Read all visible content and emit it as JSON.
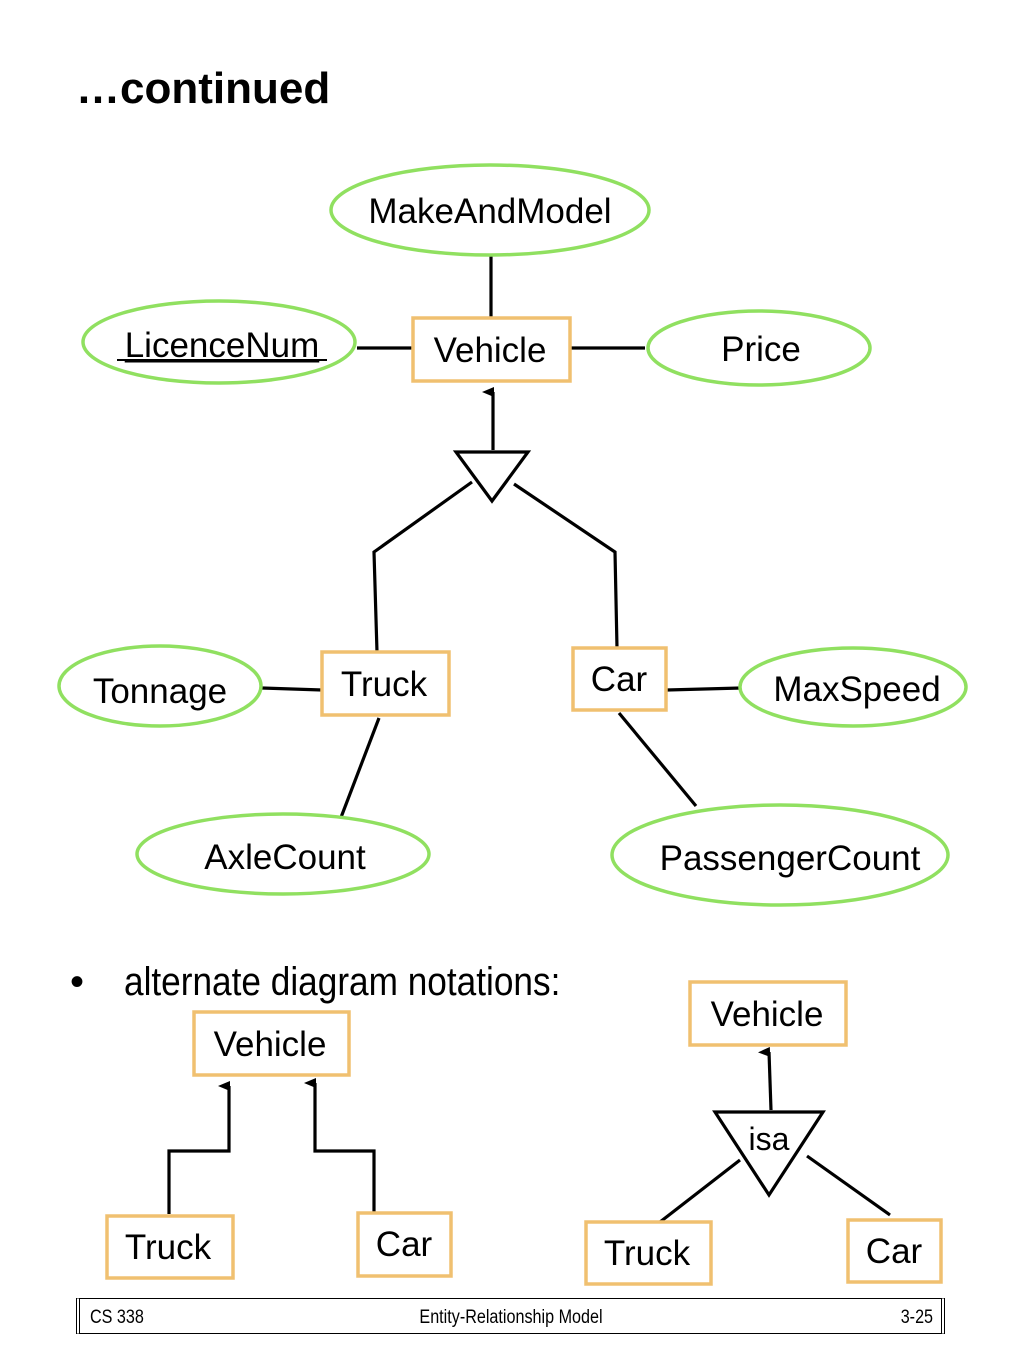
{
  "slide": {
    "title": "…continued",
    "bullet": "•",
    "bullet_text": "alternate diagram notations:"
  },
  "diagram": {
    "main": {
      "entities": {
        "vehicle": "Vehicle",
        "truck": "Truck",
        "car": "Car"
      },
      "attributes": {
        "make_and_model": "MakeAndModel",
        "licence_num": "LicenceNum",
        "price": "Price",
        "tonnage": "Tonnage",
        "axle_count": "AxleCount",
        "max_speed": "MaxSpeed",
        "passenger_count": "PassengerCount"
      }
    },
    "alt_left": {
      "vehicle": "Vehicle",
      "truck": "Truck",
      "car": "Car"
    },
    "alt_right": {
      "vehicle": "Vehicle",
      "isa": "isa",
      "truck": "Truck",
      "car": "Car"
    },
    "colors": {
      "attribute_outline": "#90e060",
      "entity_outline": "#f0c070",
      "line": "#000000"
    }
  },
  "footer": {
    "left": "CS 338",
    "center": "Entity-Relationship Model",
    "right": "3-25"
  }
}
